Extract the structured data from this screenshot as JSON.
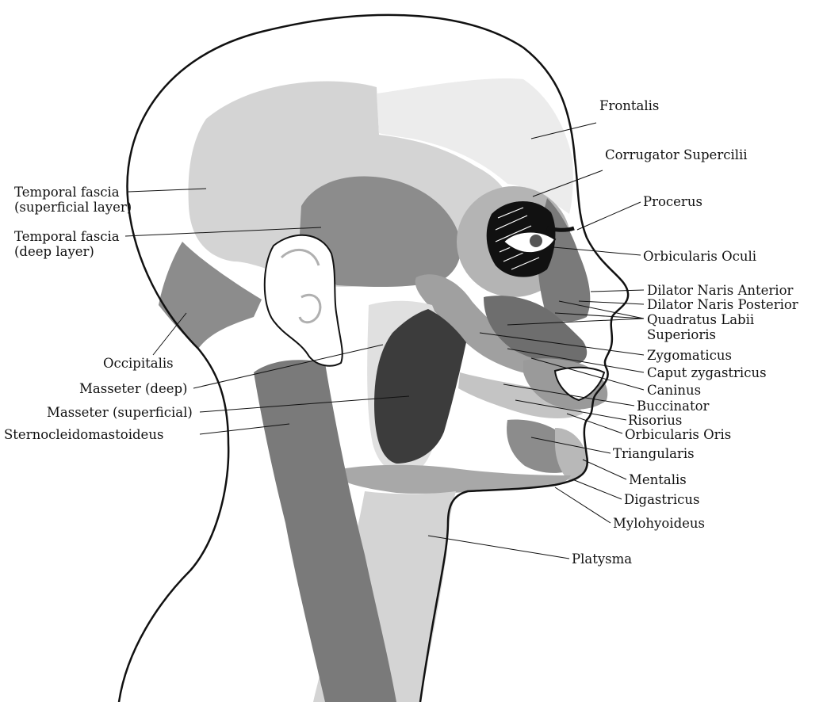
{
  "colors": {
    "outline": "#111111",
    "skin": "#ffffff",
    "light": "#d4d4d4",
    "lighter": "#e8e8e8",
    "mid": "#b0b0b0",
    "midDark": "#8c8c8c",
    "dark": "#6e6e6e",
    "darkest": "#3c3c3c"
  },
  "labels": {
    "frontalis": "Frontalis",
    "corrugator": "Corrugator Supercilii",
    "procerus": "Procerus",
    "orbicularis_oculi": "Orbicularis Oculi",
    "dilator_anterior": "Dilator Naris Anterior",
    "dilator_posterior": "Dilator Naris Posterior",
    "quadratus_1": "Quadratus Labii",
    "quadratus_2": "Superioris",
    "zygomaticus": "Zygomaticus",
    "caput": "Caput zygastricus",
    "caninus": "Caninus",
    "buccinator": "Buccinator",
    "risorius": "Risorius",
    "orbicularis_oris": "Orbicularis Oris",
    "triangularis": "Triangularis",
    "mentalis": "Mentalis",
    "digastricus": "Digastricus",
    "mylohyoideus": "Mylohyoideus",
    "platysma": "Platysma",
    "temporal_sup_1": "Temporal fascia",
    "temporal_sup_2": "(superficial layer)",
    "temporal_deep_1": "Temporal fascia",
    "temporal_deep_2": "(deep layer)",
    "occipitalis": "Occipitalis",
    "masseter_deep": "Masseter (deep)",
    "masseter_sup": "Masseter (superficial)",
    "sternocleido": "Sternocleidomastoideus"
  }
}
